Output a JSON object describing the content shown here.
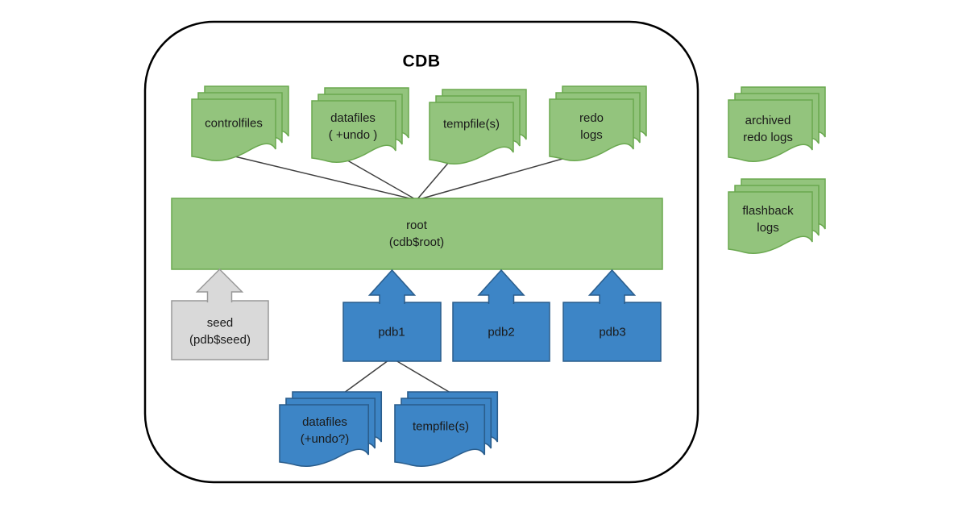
{
  "title": "CDB",
  "nodes": {
    "root": {
      "label": "root\n(cdb$root)"
    },
    "seed": {
      "label": "seed\n(pdb$seed)"
    },
    "pdb1": {
      "label": "pdb1"
    },
    "pdb2": {
      "label": "pdb2"
    },
    "pdb3": {
      "label": "pdb3"
    }
  },
  "cdb_file_stacks": [
    {
      "id": "controlfiles",
      "label": "controlfiles"
    },
    {
      "id": "datafiles",
      "label": "datafiles\n( +undo )"
    },
    {
      "id": "tempfiles",
      "label": "tempfile(s)"
    },
    {
      "id": "redo-logs",
      "label": "redo\nlogs"
    }
  ],
  "pdb1_file_stacks": [
    {
      "id": "pdb-datafiles",
      "label": "datafiles\n(+undo?)"
    },
    {
      "id": "pdb-tempfiles",
      "label": "tempfile(s)"
    }
  ],
  "external_stacks": [
    {
      "id": "archived-redo-logs",
      "label": "archived\nredo logs"
    },
    {
      "id": "flashback-logs",
      "label": "flashback\nlogs"
    }
  ],
  "colors": {
    "green": "#93c47d",
    "green_border": "#6aa84f",
    "blue": "#3d85c6",
    "blue_border": "#2a5d8c",
    "gray": "#d9d9d9",
    "gray_border": "#999999",
    "connector_line": "#404040",
    "frame_border": "#000000"
  }
}
